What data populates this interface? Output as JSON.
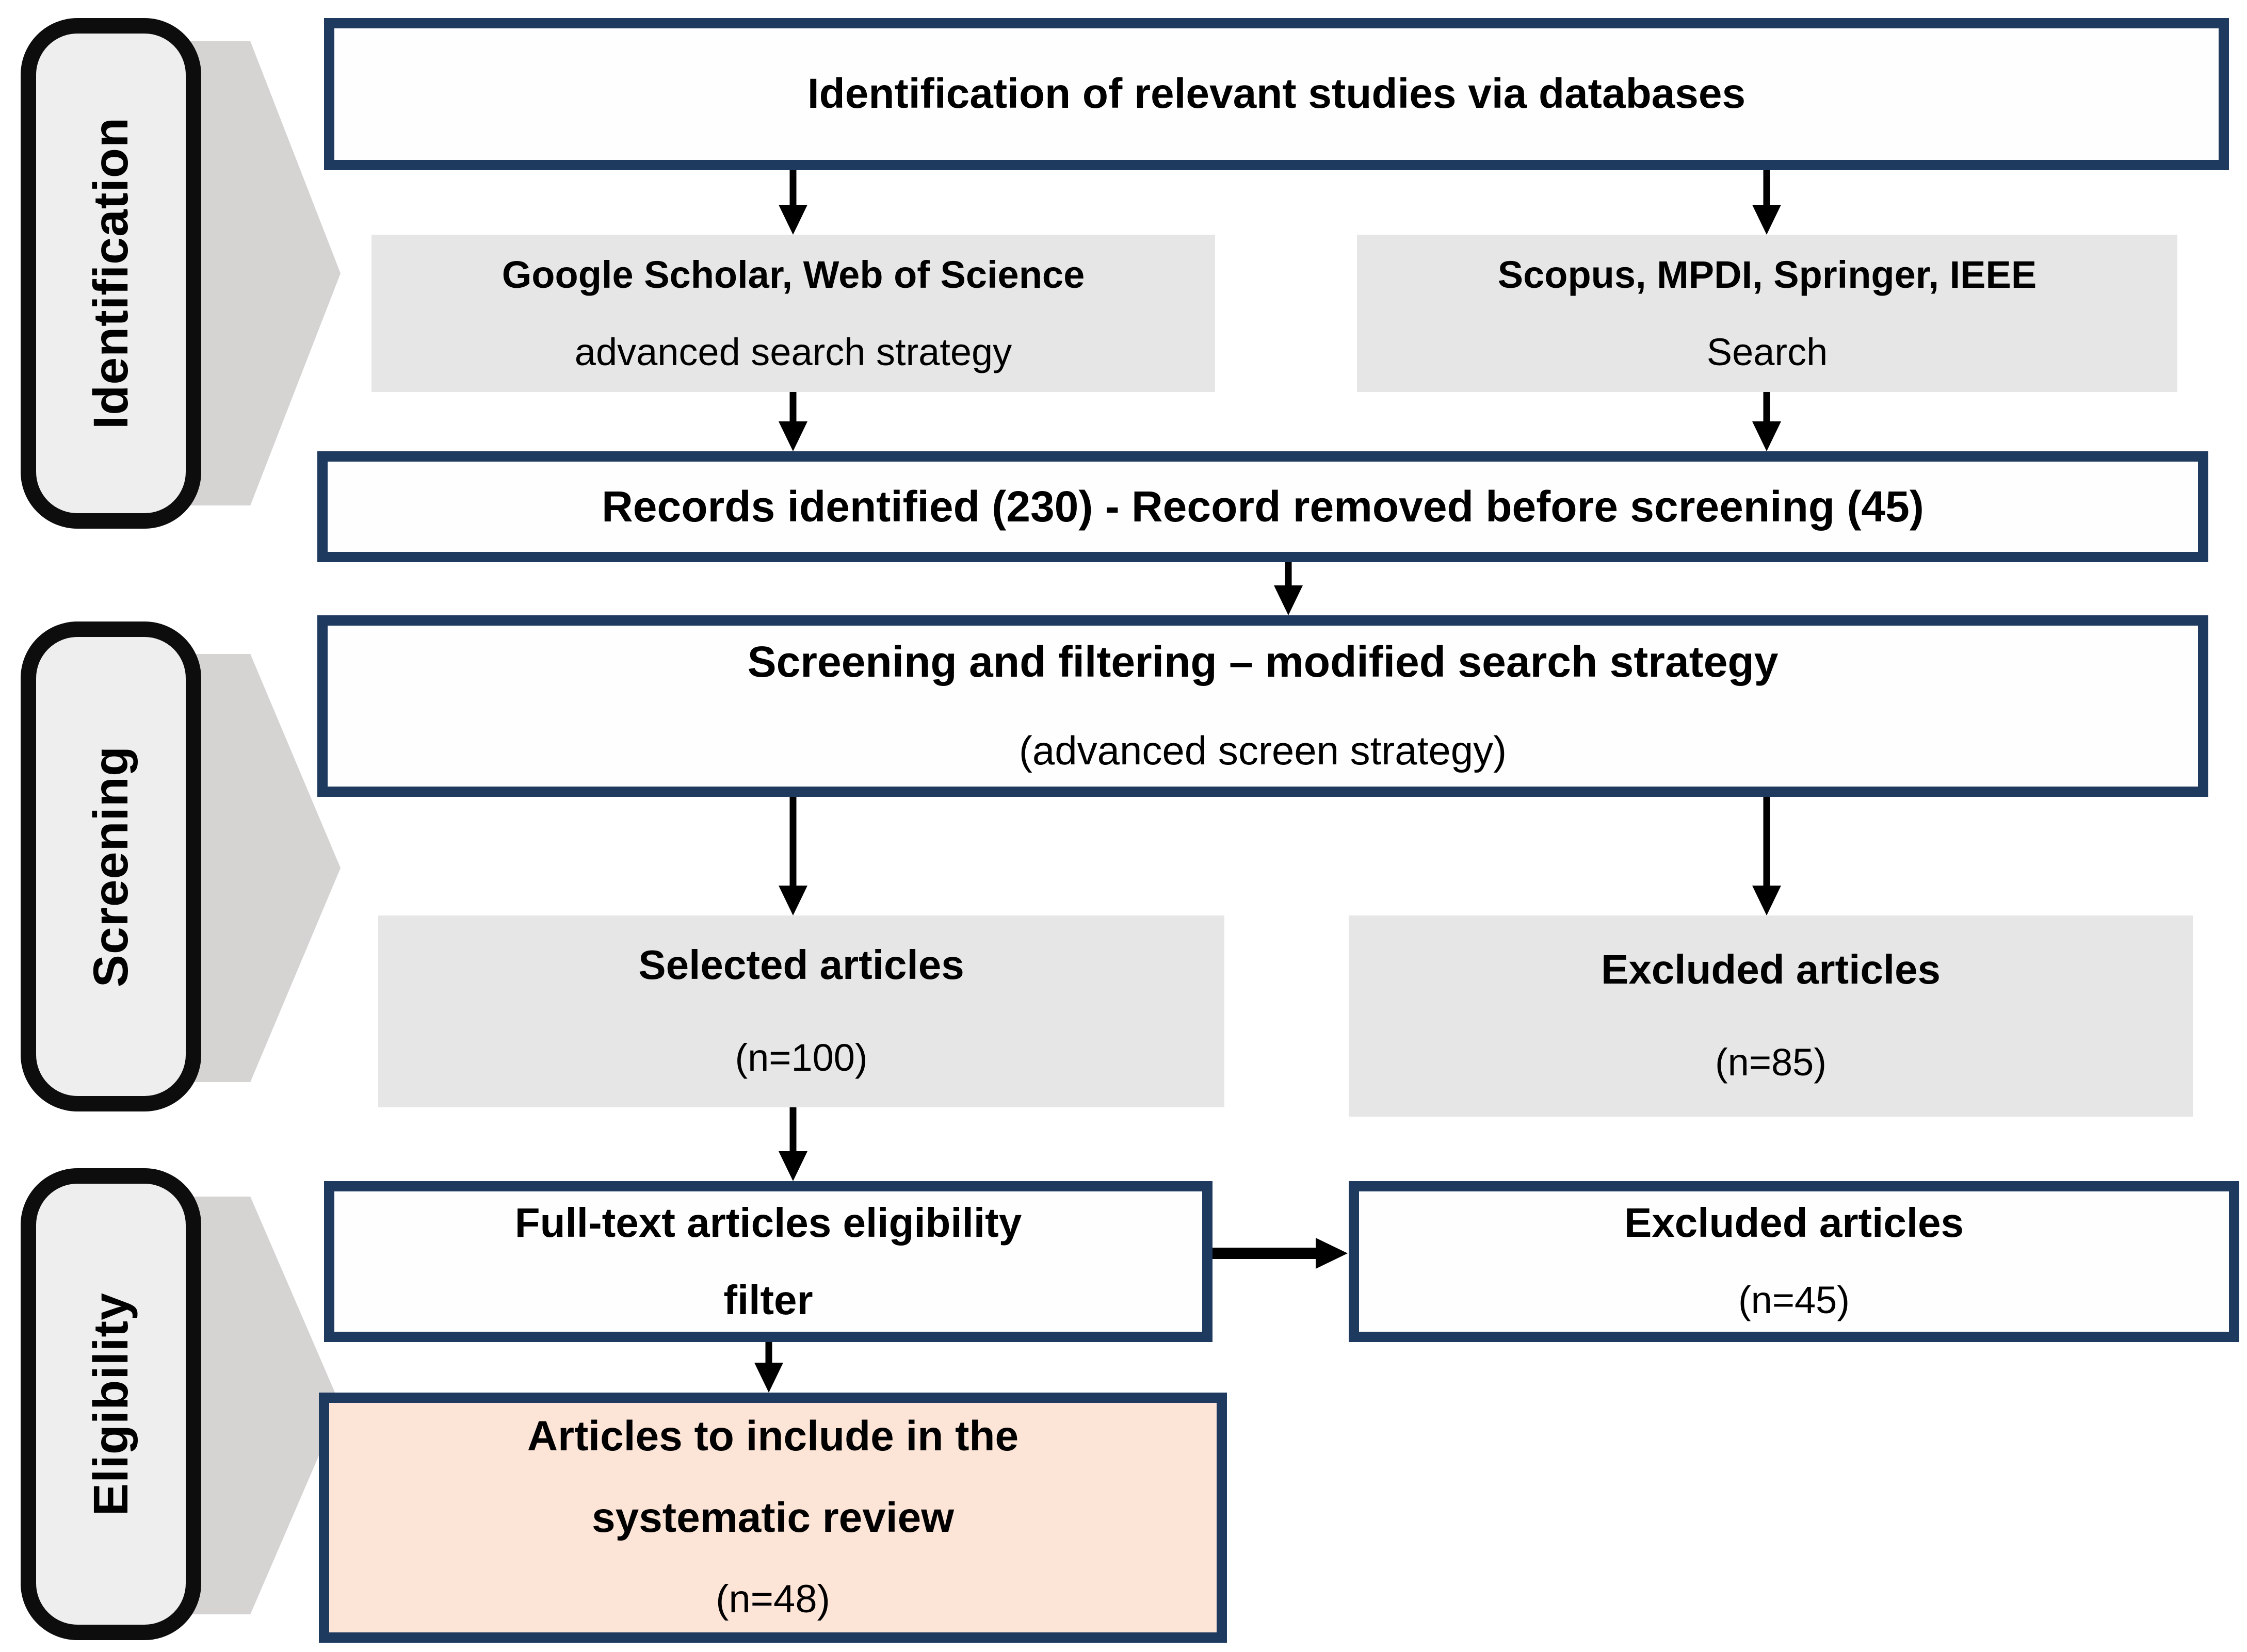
{
  "stages": [
    {
      "label": "Identification"
    },
    {
      "label": "Screening"
    },
    {
      "label": "Eligibility"
    }
  ],
  "boxes": {
    "title": {
      "text": "Identification of relevant studies via databases"
    },
    "db_left": {
      "line1": "Google Scholar, Web of Science",
      "line2": "advanced search strategy"
    },
    "db_right": {
      "line1": "Scopus, MPDI, Springer, IEEE",
      "line2": "Search"
    },
    "records": {
      "text": "Records identified (230) - Record removed before screening (45)"
    },
    "screening": {
      "line1": "Screening and filtering – modified search strategy",
      "line2": "(advanced screen strategy)"
    },
    "selected": {
      "line1": "Selected articles",
      "line2": "(n=100)"
    },
    "excluded_screening": {
      "line1": "Excluded articles",
      "line2": "(n=85)"
    },
    "fulltext": {
      "line1": "Full-text articles eligibility",
      "line2": "filter"
    },
    "excluded_eligibility": {
      "line1": "Excluded articles",
      "line2": "(n=45)"
    },
    "included": {
      "line1": "Articles to include in the",
      "line2": "systematic review",
      "line3": "(n=48)"
    }
  },
  "colors": {
    "navy": "#1e3a5f",
    "graybox": "#e7e6e6",
    "label_bg": "#efeeee",
    "chevron": "#d6d3d3",
    "peach": "#fce4d6",
    "text": "#000000",
    "border_black": "#0d0d0d"
  }
}
